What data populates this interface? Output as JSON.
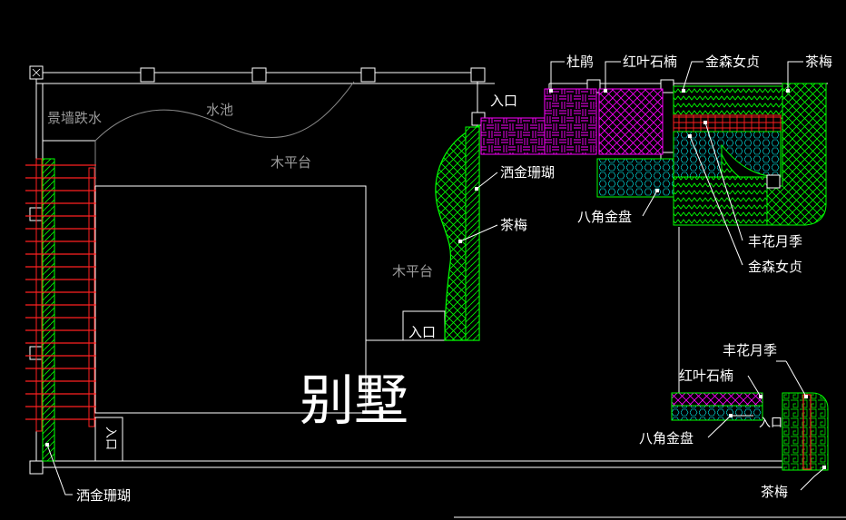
{
  "diagram": {
    "title": "别墅",
    "colors": {
      "background": "#000000",
      "linework": "#ffffff",
      "planting_green": "#00ff00",
      "planting_magenta": "#ff00ff",
      "planting_red": "#ff2020",
      "planting_cyan": "#00ffff",
      "text_gray": "#9a9a9a"
    },
    "areas": {
      "feature_wall": "景墙跌水",
      "pool": "水池",
      "deck_north": "木平台",
      "deck_middle": "木平台"
    },
    "entrances": {
      "north": "入口",
      "middle": "入口",
      "west": "入口",
      "southeast": "入口"
    },
    "plant_labels": {
      "dujuan": "杜鹃",
      "hongyeshinan_top": "红叶石楠",
      "jinsennvzhen_top": "金森女贞",
      "chamei_top": "茶梅",
      "sajinshanhu_mid": "洒金珊瑚",
      "chamei_mid": "茶梅",
      "bajiaojinpan_mid": "八角金盘",
      "fenghuayueji_mid": "丰花月季",
      "jinsennvzhen_mid": "金森女贞",
      "fenghuayueji_bottom": "丰花月季",
      "hongyeshinan_bottom": "红叶石楠",
      "bajiaojinpan_bottom": "八角金盘",
      "chamei_bottom": "茶梅",
      "sajinshanhu_bottom": "洒金珊瑚"
    }
  }
}
